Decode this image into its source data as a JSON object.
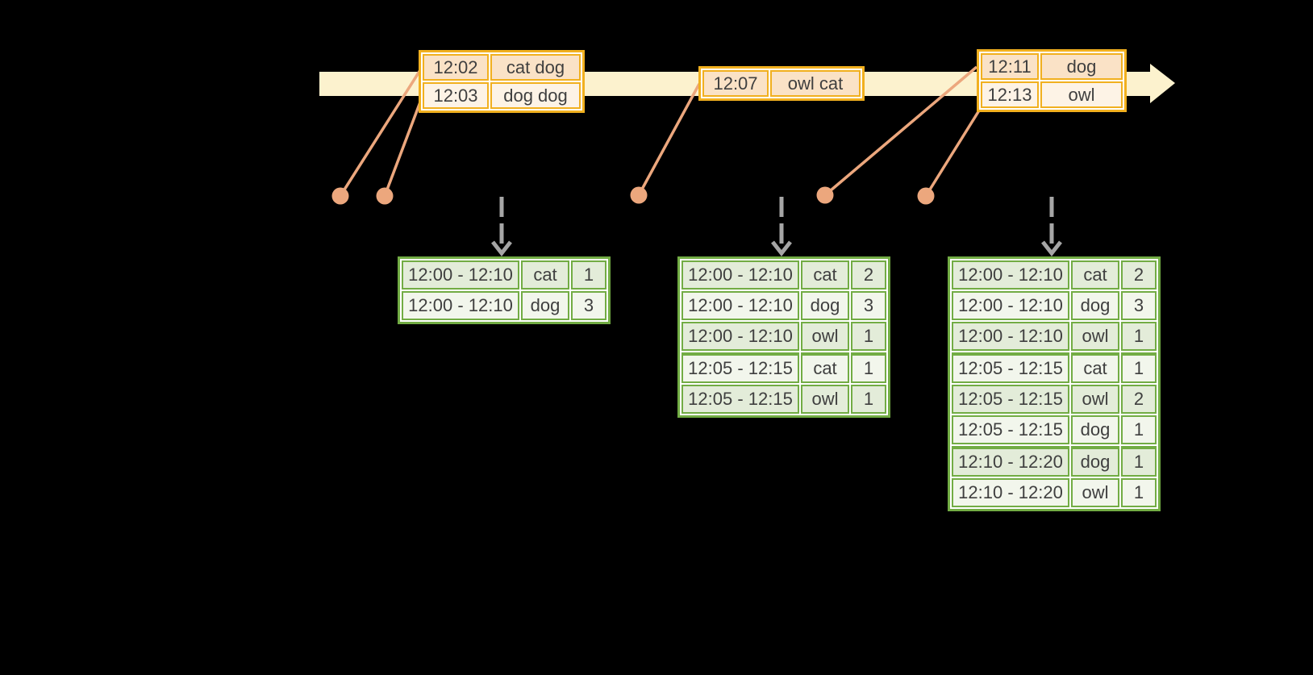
{
  "colors": {
    "background": "#000000",
    "timeline_band": "#FCF2CE",
    "event_table_border": "#F1B01F",
    "event_row_dark": "#FAE2C6",
    "event_row_light": "#FDF3E6",
    "result_table_border": "#72AC44",
    "result_row_dark": "#E3ECD9",
    "result_row_light": "#F2F6EC",
    "connector": "#ECA77D",
    "trigger_arrow": "#A6A6A6",
    "text": "#3F3F3F"
  },
  "event_tables": [
    {
      "id": "t1",
      "rows": [
        [
          "12:02",
          "cat dog"
        ],
        [
          "12:03",
          "dog dog"
        ]
      ]
    },
    {
      "id": "t2",
      "rows": [
        [
          "12:07",
          "owl cat"
        ]
      ]
    },
    {
      "id": "t3",
      "rows": [
        [
          "12:11",
          "dog"
        ],
        [
          "12:13",
          "owl"
        ]
      ]
    }
  ],
  "result_tables": [
    {
      "id": "g1",
      "rows": [
        [
          "12:00 - 12:10",
          "cat",
          "1"
        ],
        [
          "12:00 - 12:10",
          "dog",
          "3"
        ]
      ],
      "group_starts": []
    },
    {
      "id": "g2",
      "rows": [
        [
          "12:00 - 12:10",
          "cat",
          "2"
        ],
        [
          "12:00 - 12:10",
          "dog",
          "3"
        ],
        [
          "12:00 - 12:10",
          "owl",
          "1"
        ],
        [
          "12:05 - 12:15",
          "cat",
          "1"
        ],
        [
          "12:05 - 12:15",
          "owl",
          "1"
        ]
      ],
      "group_starts": [
        3
      ]
    },
    {
      "id": "g3",
      "rows": [
        [
          "12:00 - 12:10",
          "cat",
          "2"
        ],
        [
          "12:00 - 12:10",
          "dog",
          "3"
        ],
        [
          "12:00 - 12:10",
          "owl",
          "1"
        ],
        [
          "12:05 - 12:15",
          "cat",
          "1"
        ],
        [
          "12:05 - 12:15",
          "owl",
          "2"
        ],
        [
          "12:05 - 12:15",
          "dog",
          "1"
        ],
        [
          "12:10 - 12:20",
          "dog",
          "1"
        ],
        [
          "12:10 - 12:20",
          "owl",
          "1"
        ]
      ],
      "group_starts": [
        3,
        6
      ]
    }
  ]
}
